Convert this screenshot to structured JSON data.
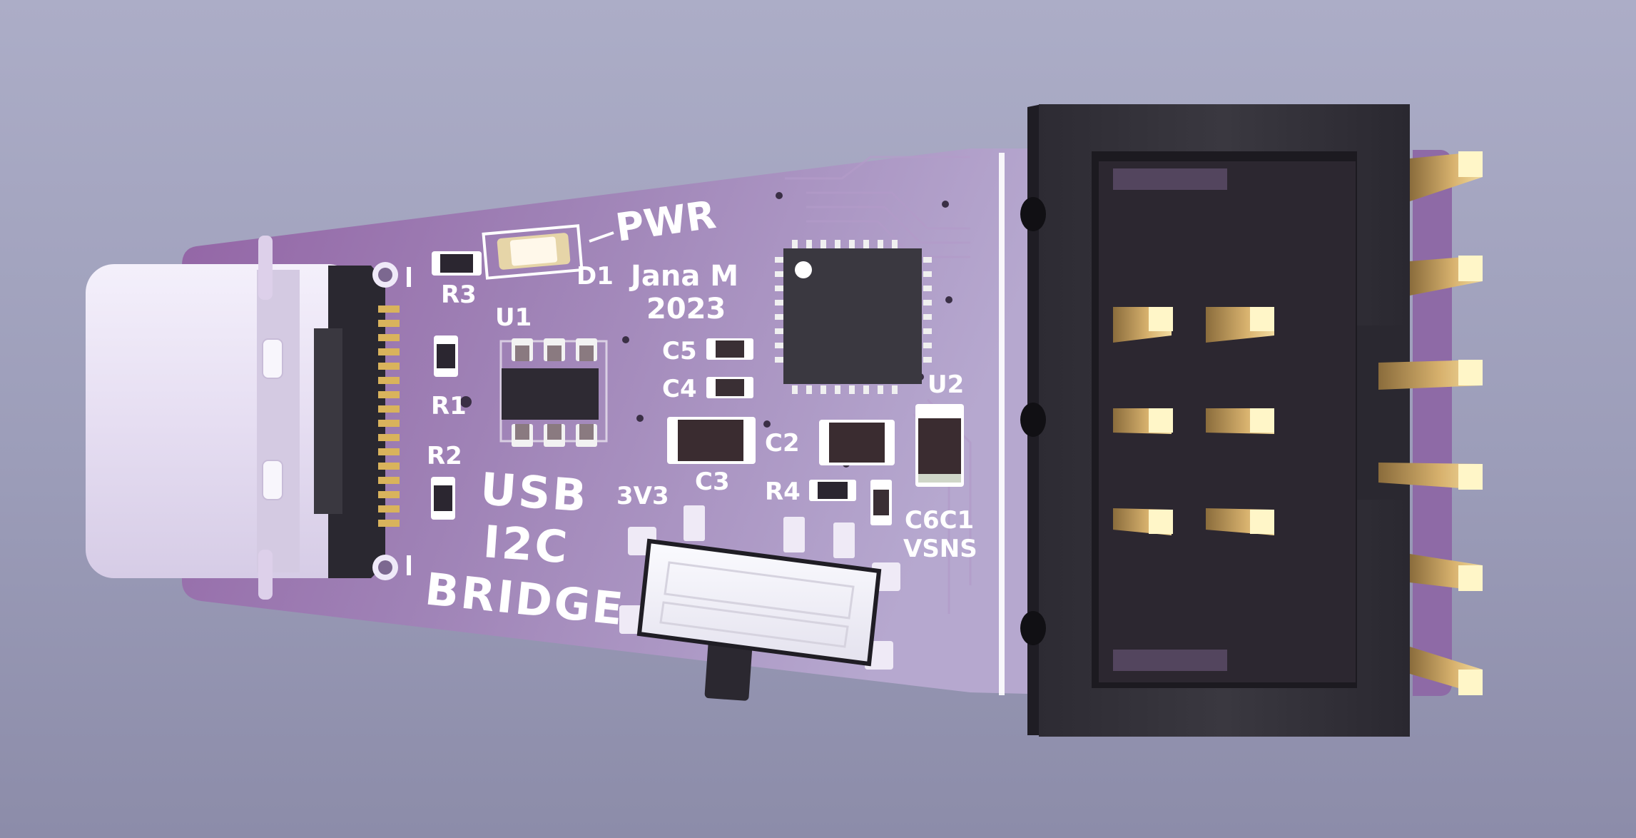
{
  "colors": {
    "background_top": "#acadc7",
    "background_bottom": "#8c8ca9",
    "pcb_left": "#9a6aa8",
    "pcb_right": "#b6a6cc",
    "silkscreen": "#ffffff",
    "connector_body": "#34323a",
    "usb_shell": "#ece6f6",
    "gold": "#e6c882",
    "pin_tip": "#fff6c8"
  },
  "silkscreen": {
    "pwr": "PWR",
    "r3": "R3",
    "d1": "D1",
    "author": "Jana M",
    "year": "2023",
    "u1": "U1",
    "r1": "R1",
    "r2": "R2",
    "c5": "C5",
    "c4": "C4",
    "u2": "U2",
    "c2": "C2",
    "c3": "C3",
    "r4": "R4",
    "c6c1": "C6C1",
    "vsns": "VSNS",
    "v3v3": "3V3",
    "usb": "USB",
    "i2c": "I2C",
    "bridge": "BRIDGE"
  },
  "components": {
    "usb_connector": "usb-c-icon",
    "slide_switch": "slide-switch-icon",
    "header": "box-header-icon",
    "ic_main": "qfn-chip-icon",
    "ic_regulator": "sot23-chip-icon"
  }
}
